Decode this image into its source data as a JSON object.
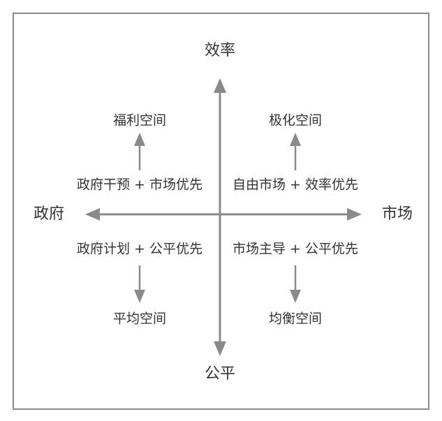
{
  "axes": {
    "top": "效率",
    "bottom": "公平",
    "left": "政府",
    "right": "市场"
  },
  "quadrants": {
    "top_left": {
      "model": "政府干预 + 市场优先",
      "space": "福利空间"
    },
    "top_right": {
      "model": "自由市场 + 效率优先",
      "space": "极化空间"
    },
    "bottom_left": {
      "model": "政府计划 + 公平优先",
      "space": "平均空间"
    },
    "bottom_right": {
      "model": "市场主导 + 公平优先",
      "space": "均衡空间"
    }
  },
  "colors": {
    "arrow": "#8a8a8a",
    "frame": "#8a8a8a",
    "text": "#333333"
  }
}
